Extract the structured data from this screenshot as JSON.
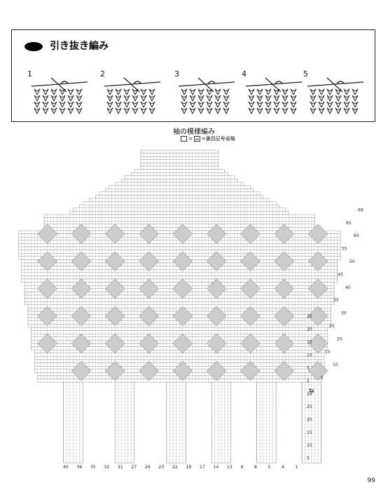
{
  "technique": {
    "title": "引き抜き編み",
    "steps": [
      "1",
      "2",
      "3",
      "4",
      "5"
    ]
  },
  "chart": {
    "title": "袖の模様編み",
    "legend_eq1": "=",
    "legend_text": "=裏目記号省略",
    "right_row_labels": [
      "5",
      "10",
      "15",
      "20",
      "25",
      "30",
      "35",
      "40",
      "45",
      "50",
      "55",
      "60",
      "65",
      "69",
      "5",
      "10",
      "15",
      "20",
      "25",
      "28",
      "1",
      "5",
      "10",
      "15",
      "20",
      "25"
    ],
    "bottom_col_labels": [
      "40",
      "36",
      "35",
      "32",
      "31",
      "27",
      "26",
      "23",
      "22",
      "18",
      "17",
      "14",
      "13",
      "9",
      "8",
      "5",
      "4",
      "1"
    ],
    "arrow": "⇆"
  },
  "page": {
    "number": "99"
  }
}
